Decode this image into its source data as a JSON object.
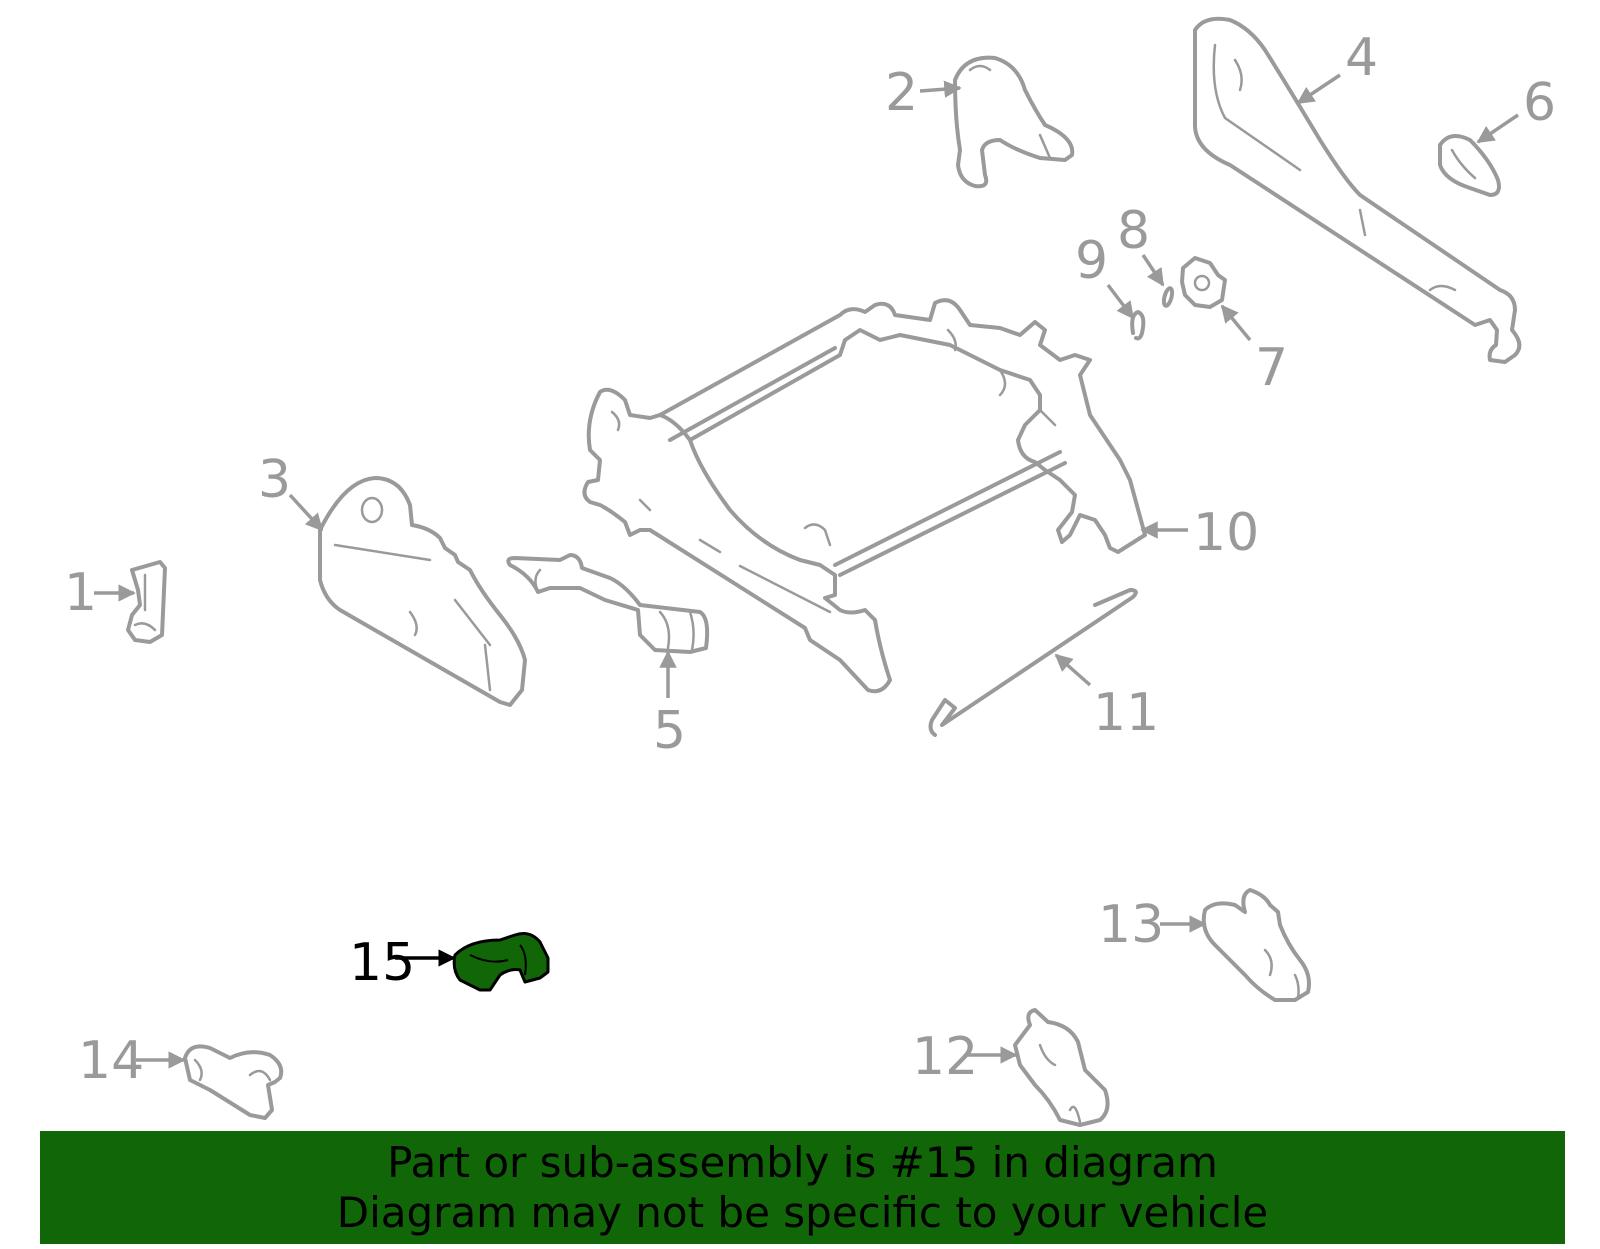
{
  "highlight_color": "#116608",
  "part_color": "#9a9a9a",
  "highlighted_part": "15",
  "callouts": [
    {
      "id": "1",
      "label": "1"
    },
    {
      "id": "2",
      "label": "2"
    },
    {
      "id": "3",
      "label": "3"
    },
    {
      "id": "4",
      "label": "4"
    },
    {
      "id": "5",
      "label": "5"
    },
    {
      "id": "6",
      "label": "6"
    },
    {
      "id": "7",
      "label": "7"
    },
    {
      "id": "8",
      "label": "8"
    },
    {
      "id": "9",
      "label": "9"
    },
    {
      "id": "10",
      "label": "10"
    },
    {
      "id": "11",
      "label": "11"
    },
    {
      "id": "12",
      "label": "12"
    },
    {
      "id": "13",
      "label": "13"
    },
    {
      "id": "14",
      "label": "14"
    },
    {
      "id": "15",
      "label": "15"
    }
  ],
  "banner": {
    "line1": "Part or sub-assembly is #15 in diagram",
    "line2": "Diagram may not be specific to your vehicle"
  }
}
